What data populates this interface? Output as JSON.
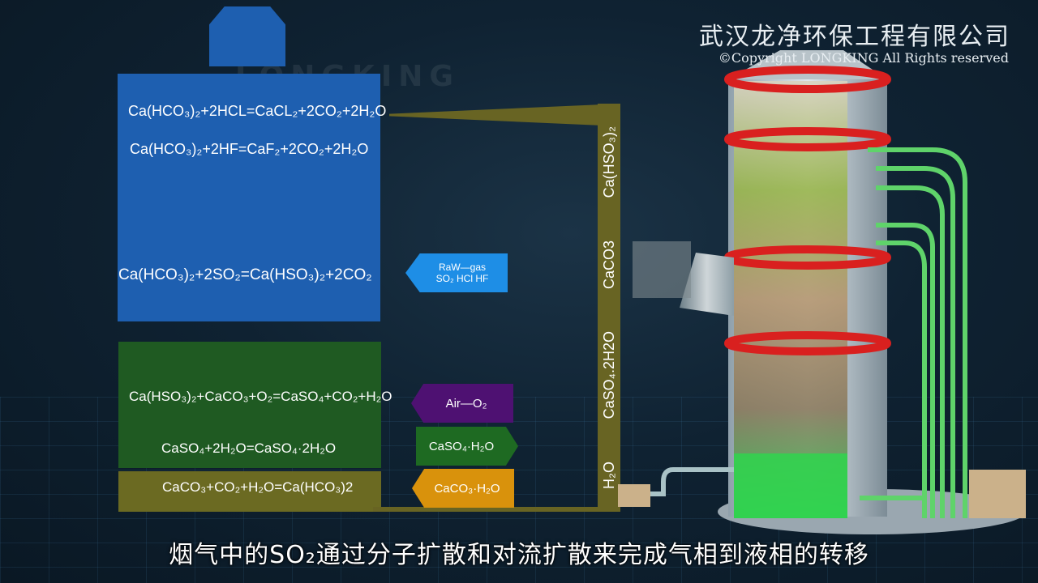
{
  "header": {
    "company": "武汉龙净环保工程有限公司",
    "copyright": "©Copyright LONGKING All Rights reserved"
  },
  "blue_panel": {
    "color": "#1e5fb0",
    "eq1": "Ca(HCO₃)₂+2HCL=CaCL₂+2CO₂+2H₂O",
    "eq2": "Ca(HCO₃)₂+2HF=CaF₂+2CO₂+2H₂O",
    "eq3": "Ca(HCO₃)₂+2SO₂=Ca(HSO₃)₂+2CO₂"
  },
  "green_panel": {
    "color": "#1f5a22",
    "eq1": "Ca(HSO₃)₂+CaCO₃+O₂=CaSO₄+CO₂+H₂O",
    "eq2": "CaSO₄+2H₂O=CaSO₄·2H₂O"
  },
  "olive_panel": {
    "color": "#6b6a22",
    "eq1": "CaCO₃+CO₂+H₂O=Ca(HCO₃)2"
  },
  "tags": {
    "rawgas_line1": "RaW—gas",
    "rawgas_line2": "SO₂  HCl  HF",
    "air": "Air—O₂",
    "caso4": "CaSO₄·H₂O",
    "caco3": "CaCO₃·H₂O"
  },
  "pipe_labels": [
    "H₂O",
    "CaSO₄.2H2O",
    "CaCO3",
    "Ca(HSO₃)₂"
  ],
  "colors": {
    "rawgas": "#1e8ee6",
    "air": "#4e1172",
    "caso4": "#1e6a22",
    "caco3": "#d9920c",
    "pipe": "#686423",
    "tower_ring": "#d9201f"
  },
  "subtitle": "烟气中的SO₂通过分子扩散和对流扩散来完成气相到液相的转移"
}
